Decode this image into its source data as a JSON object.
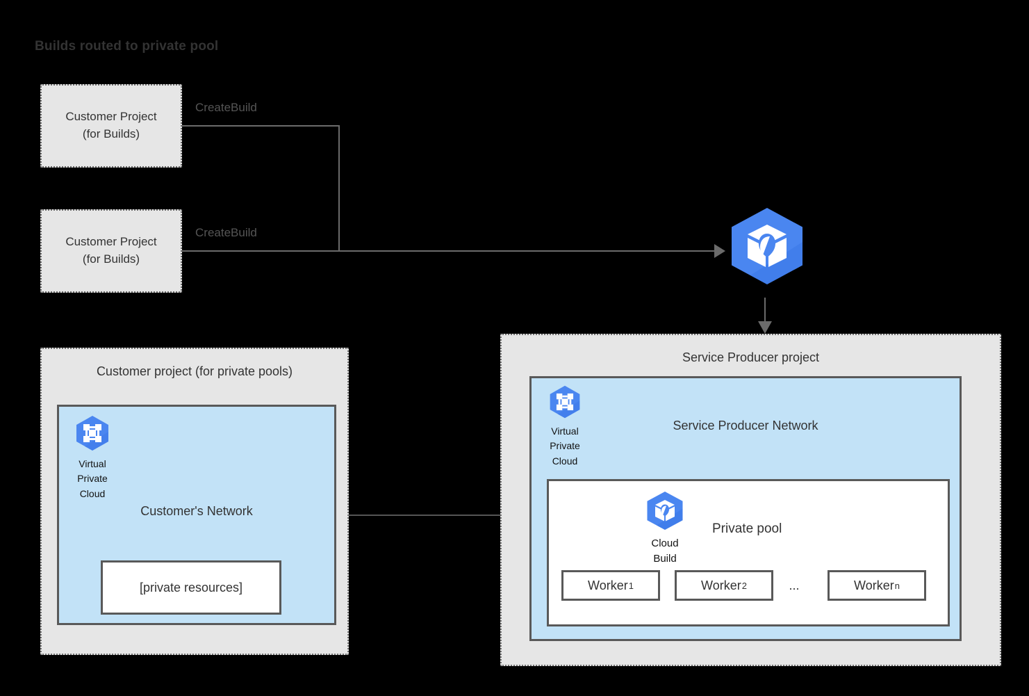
{
  "diagram": {
    "title": "Builds routed to private pool"
  },
  "customer_build_projects": [
    {
      "line1": "Customer Project",
      "line2": "(for Builds)",
      "edge_label": "CreateBuild"
    },
    {
      "line1": "Customer Project",
      "line2": "(for Builds)",
      "edge_label": "CreateBuild"
    }
  ],
  "central_service": {
    "icon": "cloud-build-icon"
  },
  "customer_pools_project": {
    "title": "Customer project (for private pools)",
    "network": {
      "title": "Customer's Network",
      "vpc": {
        "icon": "virtual-private-cloud-icon",
        "label_line1": "Virtual",
        "label_line2": "Private",
        "label_line3": "Cloud"
      },
      "private_resources_label": "[private resources]"
    }
  },
  "service_producer_project": {
    "title": "Service Producer project",
    "network": {
      "title": "Service Producer Network",
      "vpc": {
        "icon": "virtual-private-cloud-icon",
        "label_line1": "Virtual",
        "label_line2": "Private",
        "label_line3": "Cloud"
      },
      "private_pool": {
        "title": "Private pool",
        "cloud_build": {
          "icon": "cloud-build-icon",
          "label_line1": "Cloud",
          "label_line2": "Build"
        },
        "workers": [
          {
            "name": "Worker",
            "subscript": "1"
          },
          {
            "name": "Worker",
            "subscript": "2"
          },
          {
            "name": "Worker",
            "subscript": "n"
          }
        ],
        "ellipsis": "..."
      }
    }
  },
  "connections": {
    "peering_arrow": "bidirectional"
  },
  "colors": {
    "background": "#000000",
    "panel_fill": "#E6E6E6",
    "network_fill": "#C2E2F7",
    "box_fill": "#FFFFFF",
    "border": "#595959",
    "line": "#6B6B6B",
    "text": "#333333",
    "google_blue": "#4285F4",
    "hex_blue": "#4A86F0"
  }
}
